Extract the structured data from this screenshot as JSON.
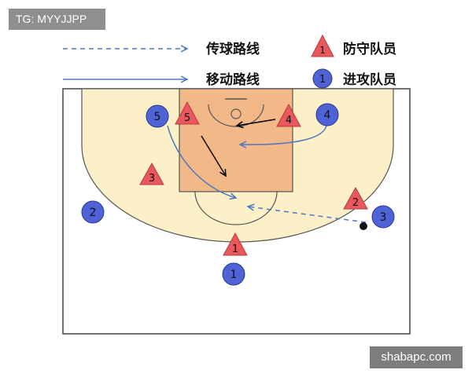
{
  "tag_label": "TG: MYYJJPP",
  "watermark": "shabapc.com",
  "legend": {
    "pass_route": "传球路线",
    "move_route": "移动路线",
    "defender": "防守队员",
    "defender_sample": "1",
    "attacker": "进攻队员",
    "attacker_sample": "1"
  },
  "defenders": [
    "5",
    "4",
    "3",
    "2",
    "1"
  ],
  "attackers": [
    "5",
    "4",
    "2",
    "3",
    "1"
  ],
  "colors": {
    "court_fill": "#fcf0c8",
    "paint_fill": "#f2b887",
    "defender_fill": "#e8585c",
    "attacker_fill": "#5063d6",
    "route_line": "#5078c0"
  }
}
